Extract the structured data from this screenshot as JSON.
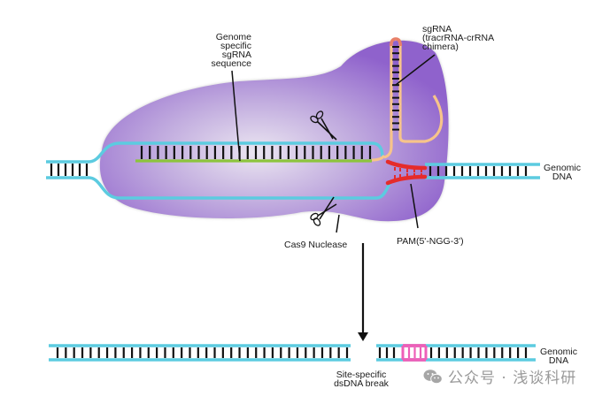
{
  "diagram": {
    "title": "CRISPR-Cas9 genome editing mechanism",
    "labels": {
      "genome_specific": "Genome\nspecific\nsgRNA\nsequence",
      "sgrna": "sgRNA\n(tracrRNA-crRNA\nchimera)",
      "genomic_dna_top": "Genomic\nDNA",
      "pam": "PAM(5'-NGG-3')",
      "cas9": "Cas9 Nuclease",
      "break": "Site-specific\ndsDNA break",
      "genomic_dna_bottom": "Genomic\nDNA"
    },
    "watermark": "公众号 · 浅谈科研",
    "colors": {
      "protein_dark": "#8f62cc",
      "protein_light": "#ece8f2",
      "dna_strand": "#5ccbe0",
      "base_pair": "#111111",
      "guide_rna": "#8cc43c",
      "tracr_rna": "#f7c48a",
      "tracr_loop_tip": "#e8806a",
      "pam": "#e52b2b",
      "edited_site": "#ee5fb8"
    },
    "parts": {
      "left_dna_bp": 6,
      "bubble_bp": 29,
      "right_dna_bp": 13,
      "hairpin_bp": 14,
      "bottom_left_bp": 36,
      "bottom_right_left_bp": 3,
      "bottom_edit_bp": 3,
      "bottom_right_bp": 13
    }
  }
}
